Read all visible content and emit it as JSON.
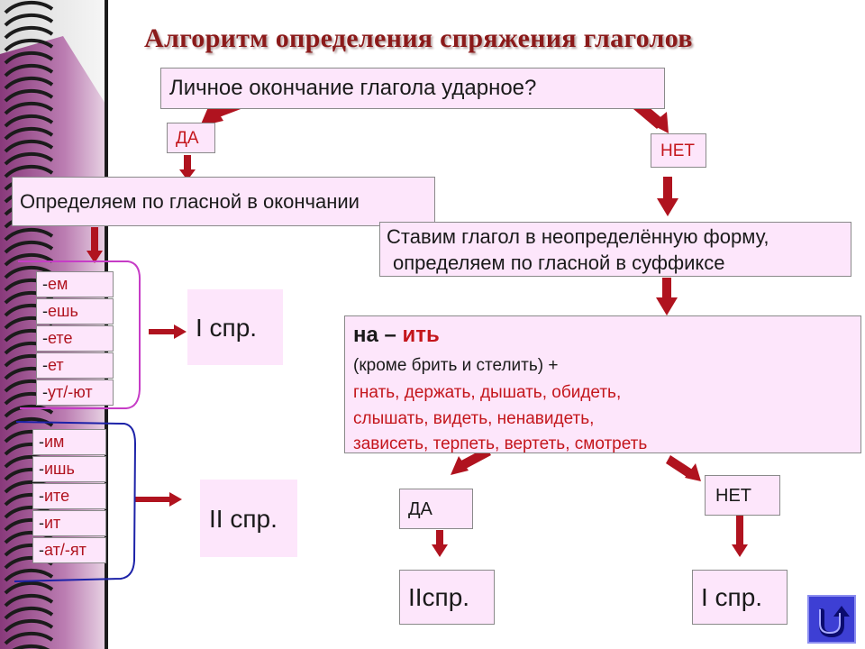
{
  "title": "Алгоритм определения спряжения глаголов",
  "question": "Личное окончание глагола ударное?",
  "yes_label": "ДА",
  "no_label": "НЕТ",
  "by_vowel_ending": "Определяем по гласной в окончании",
  "infinitive_line1": "Ставим глагол в неопределённую форму,",
  "infinitive_line2": "определяем по гласной в суффиксе",
  "group1_endings": [
    {
      "dash": "-",
      "ending": "ем"
    },
    {
      "dash": "-",
      "ending": "ешь"
    },
    {
      "dash": "-",
      "ending": "ете"
    },
    {
      "dash": "-",
      "ending": "ет"
    },
    {
      "dash": "-",
      "ending": "ут/-ют"
    }
  ],
  "group2_endings": [
    {
      "dash": "-",
      "ending": "им"
    },
    {
      "dash": "-",
      "ending": "ишь"
    },
    {
      "dash": "-",
      "ending": "ите"
    },
    {
      "dash": "-",
      "ending": "ит"
    },
    {
      "dash": "-",
      "ending": "ат/-ят"
    }
  ],
  "conj1_left": "I спр.",
  "conj2_left": "II спр.",
  "ending_rule": {
    "prefix": "на – ",
    "suffix": "ить",
    "exceptions_intro": "(кроме брить и стелить) +",
    "exceptions_line1": "гнать, держать, дышать, обидеть,",
    "exceptions_line2": "слышать, видеть, ненавидеть,",
    "exceptions_line3": "зависеть, терпеть, вертеть, смотреть"
  },
  "yes_label_2": "ДА",
  "no_label_2": "НЕТ",
  "conj2_bottom": "IIспр.",
  "conj1_bottom": "I спр.",
  "colors": {
    "title": "#8b1a1a",
    "arrow": "#b0131f",
    "box_fill": "#fde6fb",
    "brace_group1": "#c63cc6",
    "brace_group2": "#1c22a8"
  },
  "nav_button_icon": "return-arrow-icon"
}
